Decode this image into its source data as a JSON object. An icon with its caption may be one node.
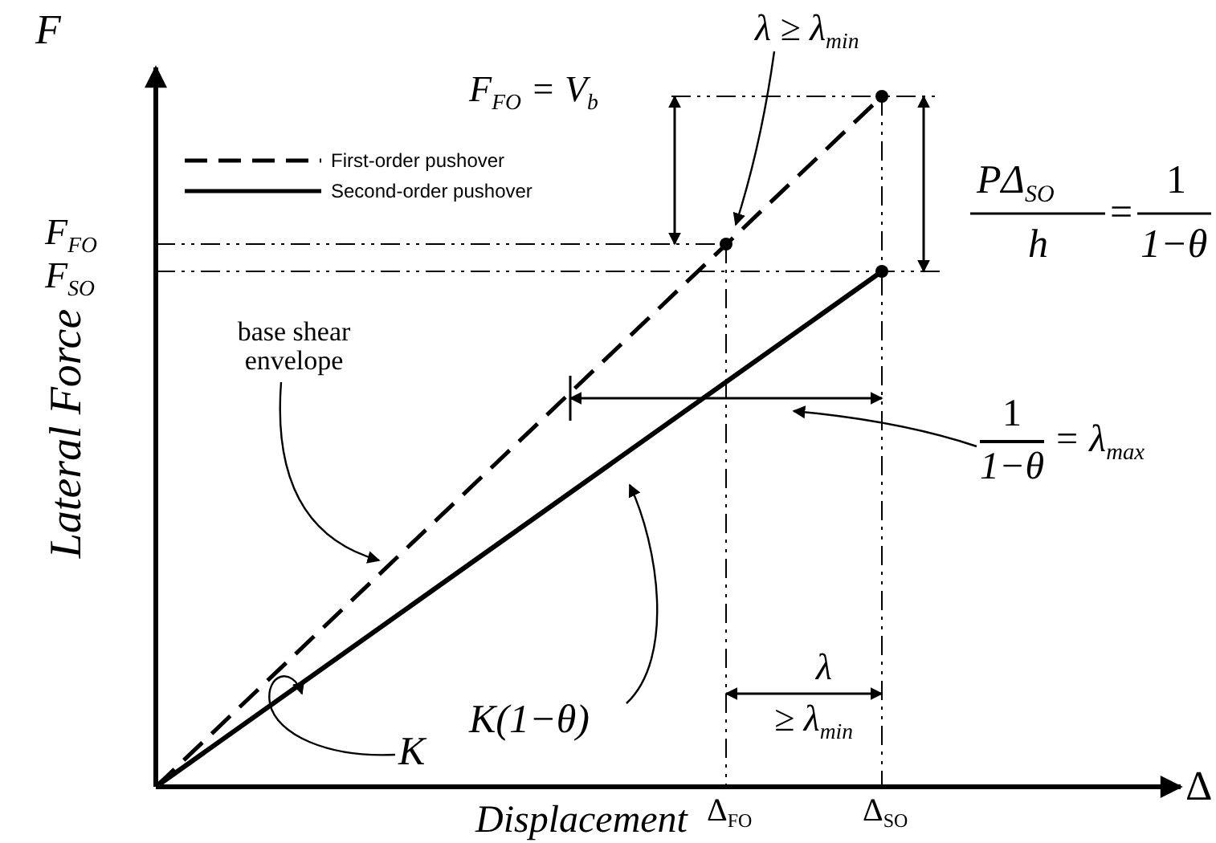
{
  "diagram": {
    "nodes": [
      {
        "text": [
          "base shear envelope"
        ]
      },
      {
        "text": [
          "λ ≥ λ$_{min}$"
        ]
      },
      {
        "text": [
          "1",
          "1−θ",
          "= λ$_{max}$"
        ]
      },
      {
        "text": [
          "K"
        ]
      },
      {
        "text": [
          "K(1−θ)"
        ]
      }
    ],
    "edges": [
      {
        "from": 0,
        "to": null,
        "arrow": "to"
      },
      {
        "from": 1,
        "to": null,
        "arrow": "to"
      },
      {
        "from": 2,
        "to": null,
        "arrow": "to"
      },
      {
        "from": 3,
        "to": null,
        "arrow": "to"
      },
      {
        "from": 4,
        "to": null,
        "arrow": "to"
      }
    ],
    "labels": [
      "F",
      "Lateral Force",
      "F$_{FO}$ = V$_{b}$",
      "F$_{FO}$",
      "F$_{SO}$",
      "PΔ$_{SO}$",
      "h",
      "=",
      "1",
      "1−θ",
      "λ",
      "≥ λ$_{min}$",
      "Δ",
      "Δ$_{FO}$",
      "Δ$_{SO}$",
      "Displacement"
    ],
    "legend": [
      {
        "text": "First-order pushover"
      },
      {
        "text": "Second-order pushover"
      }
    ]
  }
}
